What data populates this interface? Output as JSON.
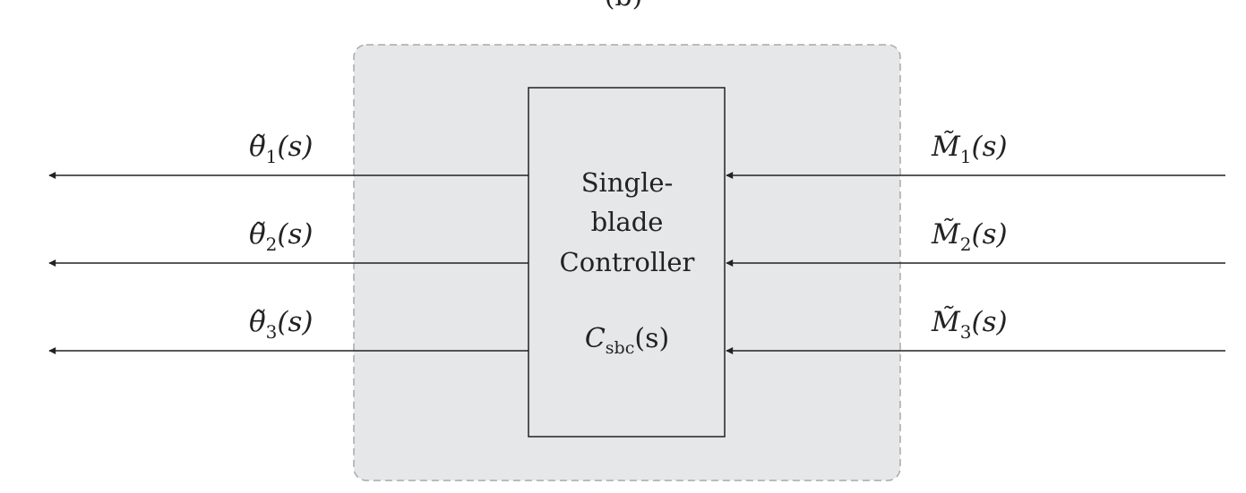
{
  "caption_partial": "(b)",
  "controller": {
    "name_lines": [
      "Single-",
      "blade",
      "Controller"
    ],
    "symbol": "C",
    "symbol_subscript": "sbc",
    "symbol_arg": "(s)"
  },
  "outputs": [
    {
      "symbol": "θ̃",
      "index": "1",
      "arg": "(s)"
    },
    {
      "symbol": "θ̃",
      "index": "2",
      "arg": "(s)"
    },
    {
      "symbol": "θ̃",
      "index": "3",
      "arg": "(s)"
    }
  ],
  "inputs": [
    {
      "symbol": "M̃",
      "index": "1",
      "arg": "(s)"
    },
    {
      "symbol": "M̃",
      "index": "2",
      "arg": "(s)"
    },
    {
      "symbol": "M̃",
      "index": "3",
      "arg": "(s)"
    }
  ],
  "colors": {
    "region_fill": "#e6e7e9",
    "region_stroke": "#a9a9ab",
    "block_fill": "#e6e7e9",
    "line": "#222222"
  }
}
